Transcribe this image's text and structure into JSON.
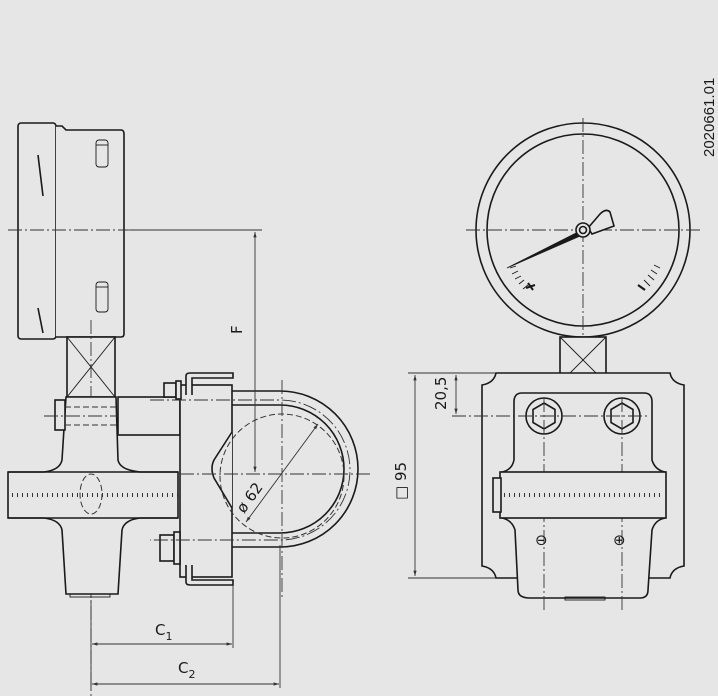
{
  "drawing": {
    "id_code": "2020661.01",
    "background": "#e6e6e6",
    "line_color": "#1a1a1a"
  },
  "side_view": {
    "dimensions": {
      "F": "F",
      "diameter": "ø 62",
      "C1_base": "C",
      "C1_sub": "1",
      "C2_base": "C",
      "C2_sub": "2"
    }
  },
  "front_view": {
    "dimensions": {
      "square": "□ 95",
      "offset": "20,5"
    },
    "terminals": {
      "minus": "⊖",
      "plus": "⊕"
    }
  }
}
